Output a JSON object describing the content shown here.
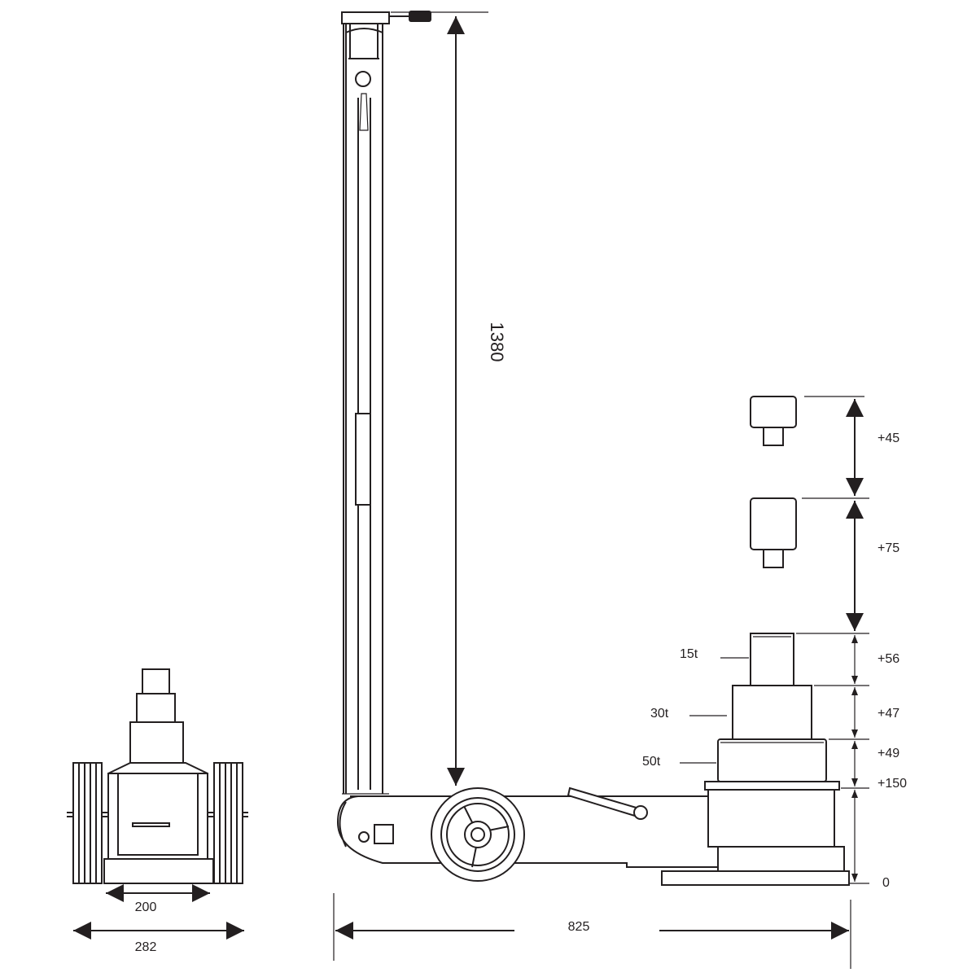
{
  "drawing": {
    "height_label": "1380",
    "extension_labels": {
      "ext45": "+45",
      "ext75": "+75"
    },
    "stage_labels": {
      "s56": "+56",
      "s47": "+47",
      "s49": "+49",
      "s150": "+150",
      "zero": "0"
    },
    "capacity_labels": {
      "c15": "15t",
      "c30": "30t",
      "c50": "50t"
    },
    "width_labels": {
      "inner": "200",
      "outer": "282"
    },
    "length_label": "825"
  }
}
